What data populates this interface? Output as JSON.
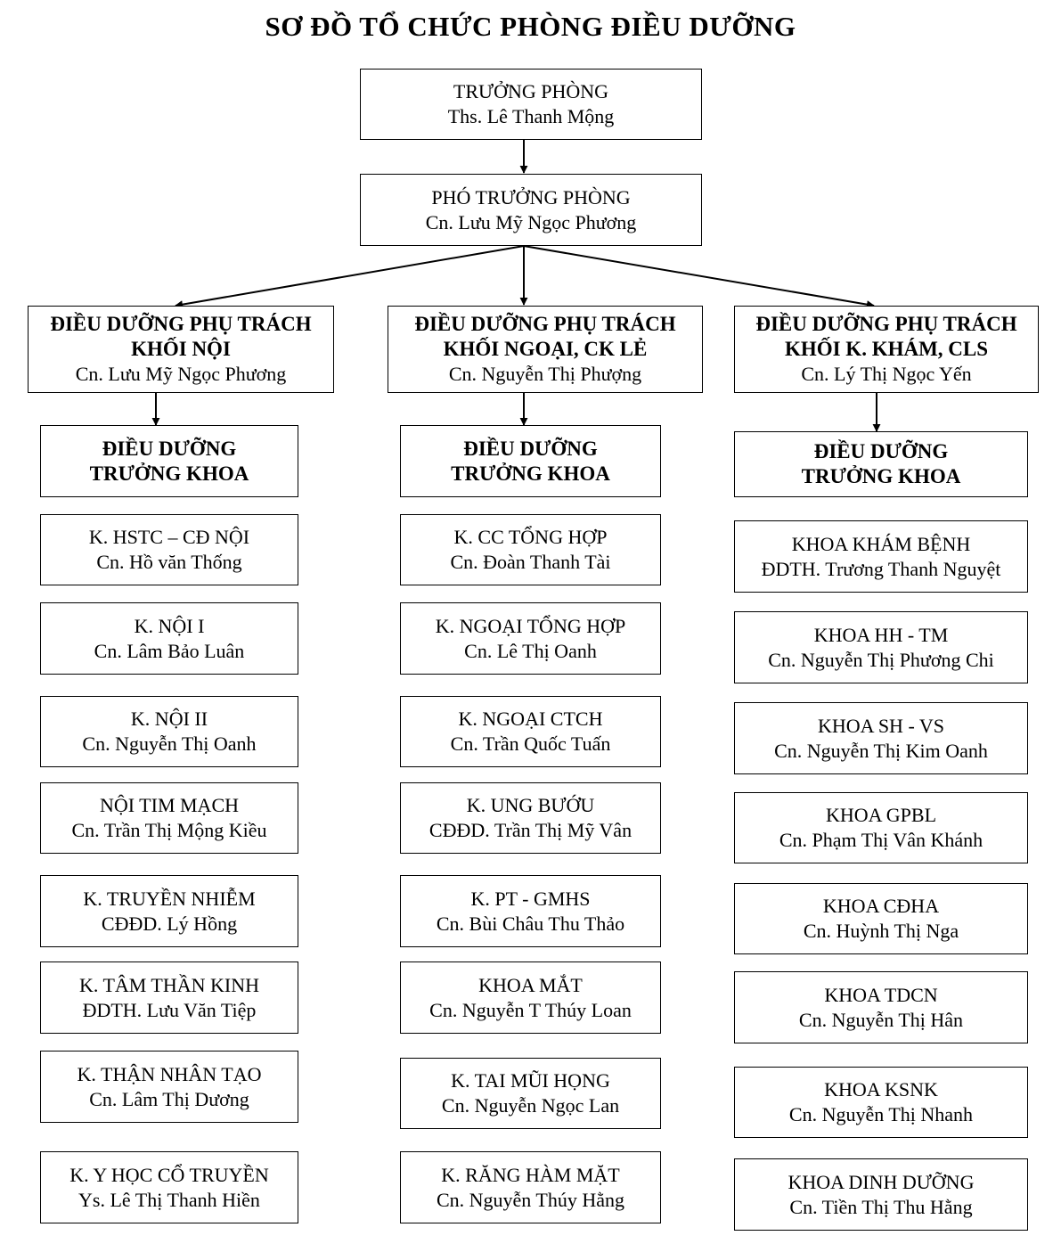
{
  "title": "SƠ ĐỒ TỔ CHỨC PHÒNG ĐIỀU DƯỠNG",
  "head": {
    "role": "TRƯỞNG PHÒNG",
    "name": "Ths. Lê Thanh Mộng"
  },
  "deputy": {
    "role": "PHÓ TRƯỞNG PHÒNG",
    "name": "Cn. Lưu Mỹ Ngọc Phương"
  },
  "blocks": [
    {
      "role1": "ĐIỀU DƯỠNG PHỤ TRÁCH",
      "role2": "KHỐI NỘI",
      "name": "Cn. Lưu Mỹ Ngọc Phương",
      "head_title1": "ĐIỀU DƯỠNG",
      "head_title2": "TRƯỞNG KHOA",
      "departments": [
        {
          "dept": "K. HSTC – CĐ NỘI",
          "name": "Cn. Hồ văn Thống"
        },
        {
          "dept": "K. NỘI I",
          "name": "Cn. Lâm Bảo Luân"
        },
        {
          "dept": "K. NỘI II",
          "name": "Cn. Nguyễn Thị Oanh"
        },
        {
          "dept": "NỘI TIM MẠCH",
          "name": "Cn. Trần Thị Mộng Kiều"
        },
        {
          "dept": "K. TRUYỀN NHIỄM",
          "name": "CĐĐD. Lý Hồng"
        },
        {
          "dept": "K. TÂM THẦN KINH",
          "name": "ĐDTH. Lưu Văn Tiệp"
        },
        {
          "dept": "K. THẬN NHÂN TẠO",
          "name": "Cn. Lâm Thị Dương"
        },
        {
          "dept": "K. Y HỌC CỔ TRUYỀN",
          "name": "Ys. Lê Thị Thanh Hiền"
        }
      ]
    },
    {
      "role1": "ĐIỀU DƯỠNG PHỤ TRÁCH",
      "role2": "KHỐI NGOẠI, CK LẺ",
      "name": "Cn. Nguyễn Thị Phượng",
      "head_title1": "ĐIỀU DƯỠNG",
      "head_title2": "TRƯỞNG KHOA",
      "departments": [
        {
          "dept": "K. CC TỔNG HỢP",
          "name": "Cn. Đoàn Thanh Tài"
        },
        {
          "dept": "K. NGOẠI TỔNG HỢP",
          "name": "Cn. Lê Thị Oanh"
        },
        {
          "dept": "K. NGOẠI CTCH",
          "name": "Cn. Trần Quốc Tuấn"
        },
        {
          "dept": "K. UNG BƯỚU",
          "name": "CĐĐD. Trần Thị Mỹ Vân"
        },
        {
          "dept": "K. PT - GMHS",
          "name": "Cn. Bùi Châu Thu Thảo"
        },
        {
          "dept": "KHOA MẮT",
          "name": "Cn. Nguyễn T Thúy Loan"
        },
        {
          "dept": "K. TAI MŨI HỌNG",
          "name": "Cn. Nguyễn Ngọc Lan"
        },
        {
          "dept": "K. RĂNG HÀM MẶT",
          "name": "Cn. Nguyễn Thúy Hằng"
        }
      ]
    },
    {
      "role1": "ĐIỀU DƯỠNG PHỤ TRÁCH",
      "role2": "KHỐI K. KHÁM, CLS",
      "name": "Cn. Lý Thị Ngọc Yến",
      "head_title1": "ĐIỀU DƯỠNG",
      "head_title2": "TRƯỞNG KHOA",
      "departments": [
        {
          "dept": "KHOA KHÁM BỆNH",
          "name": "ĐDTH. Trương Thanh Nguyệt"
        },
        {
          "dept": "KHOA HH - TM",
          "name": "Cn. Nguyễn Thị Phương Chi"
        },
        {
          "dept": "KHOA SH - VS",
          "name": "Cn. Nguyễn Thị Kim Oanh"
        },
        {
          "dept": "KHOA GPBL",
          "name": "Cn. Phạm Thị Vân Khánh"
        },
        {
          "dept": "KHOA CĐHA",
          "name": "Cn. Huỳnh Thị Nga"
        },
        {
          "dept": "KHOA TDCN",
          "name": "Cn. Nguyễn Thị Hân"
        },
        {
          "dept": "KHOA KSNK",
          "name": "Cn. Nguyễn Thị Nhanh"
        },
        {
          "dept": "KHOA DINH DƯỠNG",
          "name": "Cn. Tiền Thị Thu Hằng"
        }
      ]
    }
  ]
}
